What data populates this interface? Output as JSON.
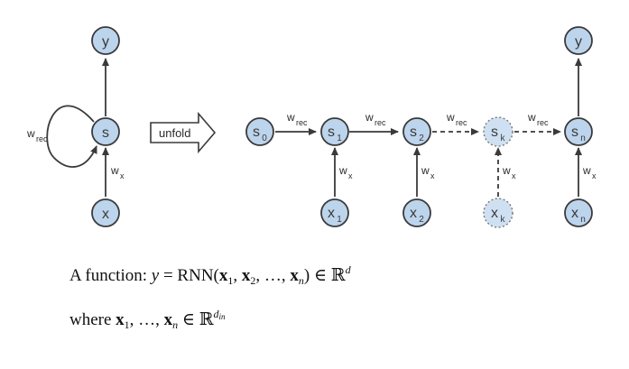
{
  "nodes": {
    "left_y": {
      "label": "y",
      "sub": ""
    },
    "left_s": {
      "label": "s",
      "sub": ""
    },
    "left_x": {
      "label": "x",
      "sub": ""
    },
    "s0": {
      "label": "s",
      "sub": "0"
    },
    "s1": {
      "label": "s",
      "sub": "1"
    },
    "s2": {
      "label": "s",
      "sub": "2"
    },
    "sk": {
      "label": "s",
      "sub": "k"
    },
    "sn": {
      "label": "s",
      "sub": "n"
    },
    "x1": {
      "label": "x",
      "sub": "1"
    },
    "x2": {
      "label": "x",
      "sub": "2"
    },
    "xk": {
      "label": "x",
      "sub": "k"
    },
    "xn": {
      "label": "x",
      "sub": "n"
    },
    "right_y": {
      "label": "y",
      "sub": ""
    }
  },
  "weights": {
    "w": "w",
    "rec": "rec",
    "x": "x"
  },
  "unfold_label": "unfold",
  "formula": {
    "line1": {
      "prefix": "A function: ",
      "y": "y",
      "eq": " = RNN(",
      "x": "x",
      "sub1": "1",
      "sub2": "2",
      "subn": "n",
      "comma": ", ",
      "ellipsis": "…",
      "close": ") ∈ ℝ",
      "sup": "d"
    },
    "line2": {
      "prefix": "where ",
      "x": "x",
      "sub1": "1",
      "mid": ", …, ",
      "subn": "n",
      "in": " ∈ ℝ",
      "sup": "d",
      "supsub": "in"
    }
  }
}
